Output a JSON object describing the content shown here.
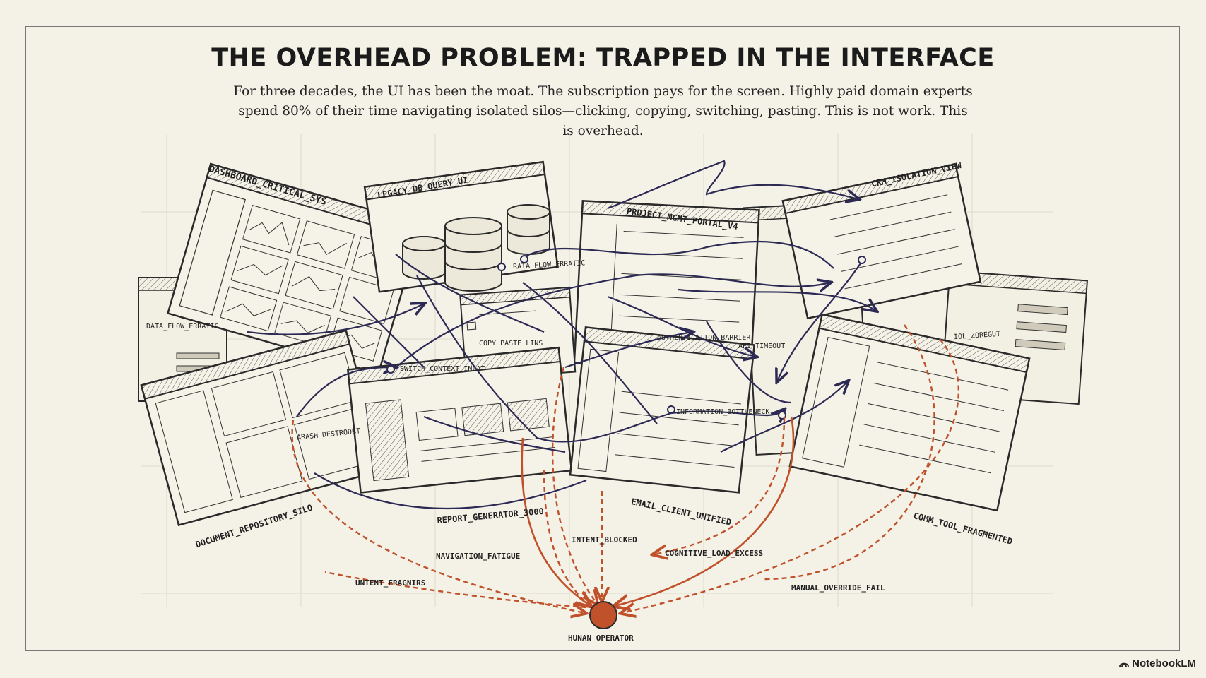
{
  "title": "THE OVERHEAD PROBLEM: TRAPPED IN THE INTERFACE",
  "subtitle": "For three decades, the UI has been the moat. The subscription pays for the screen. Highly paid domain experts spend 80% of their time navigating isolated silos—clicking, copying, switching, pasting. This is not work. This is overhead.",
  "windows": {
    "dashboard": "DASHBOARD_CRITICAL_SYS",
    "legacy_db": "LEGACY_DB_QUERY_UI",
    "project_portal": "PROJECT_MGMT_PORTAL_V4",
    "crm": "CRM_ISOLATION_VIEW",
    "document_repo": "DOCUMENT_REPOSITORY_SILO",
    "report_generator": "REPORT_GENERATOR_3000",
    "email_client": "EMAIL_CLIENT_UNIFIED",
    "comm_tool": "COMM_TOOL_FRAGMENTED"
  },
  "annotations": {
    "data_flow_erratic_top": "RATA_FLOW_ERRATIC",
    "data_flow_erratic_left": "DATA_FLOW_ERRATIC",
    "copy_paste": "COPY_PASTE_LINS",
    "switch_context": "SWITCH_CONTEXT_INLAT",
    "auth_barrier": "AUTHENTICATION_BARRIER",
    "api_timeout": "API_TIMEOUT",
    "sync_error": "IOL_ZOREGUT",
    "info_bottleneck": "INFORMATION_BOTTLENECK",
    "search_fail": "ARASH_DESTRODBT"
  },
  "pain_points": {
    "intent_fragments": "UNTENT_FRAGNIRS",
    "navigation_fatigue": "NAVIGATION_FATIGUE",
    "intent_blocked": "INTENT_BLOCKED",
    "cognitive_load": "COGNITIVE_LOAD_EXCESS",
    "manual_override": "MANUAL_OVERRIDE_FAIL"
  },
  "operator": {
    "label": "HUNAN OPERATOR",
    "color": "#c0512b"
  },
  "colors": {
    "ink": "#2a2a2a",
    "navy": "#2c2a55",
    "orange": "#c0512b",
    "paper": "#f4f1e6"
  },
  "brand": {
    "label": "NotebookLM",
    "icon": "notebooklm-logo-icon"
  }
}
